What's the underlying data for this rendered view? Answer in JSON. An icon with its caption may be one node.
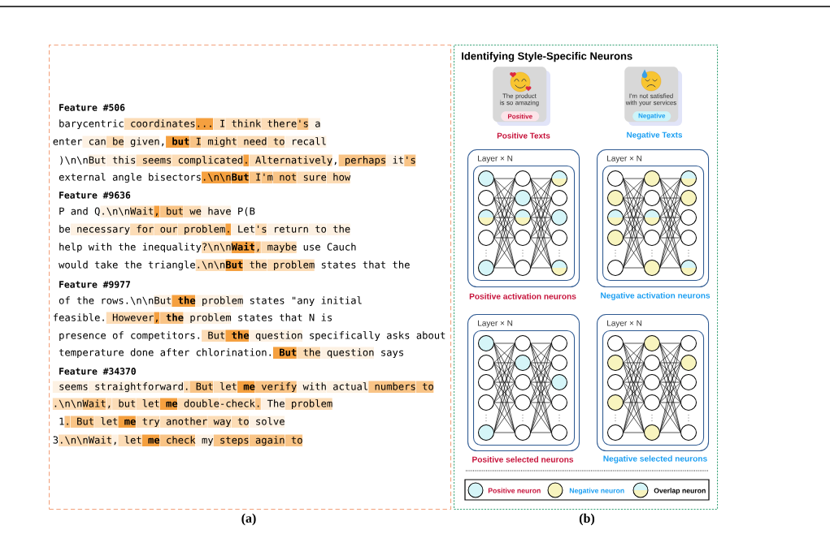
{
  "diagram": {
    "nodes": [
      {
        "text": [
          "Feature #506",
          "barycentric coordinates... I think there's a",
          "enter can be given, **but** I might need to recall",
          ")\\n\\nBut this seems complicated. Alternatively, perhaps it's",
          "external angle bisectors.\\n\\n**But** I'm not sure how",
          "Feature #9636",
          "P and Q.\\n\\nWait, but we have P(B",
          "be necessary for our problem. Let's return to the",
          "help with the inequality?\\n\\n**Wait**, maybe use Cauch",
          "would take the triangle.\\n\\n**But** the problem states that the",
          "Feature #9977",
          "of the rows.\\n\\nBut **the** problem states \"any initial",
          "feasible. However, **the** problem states that N is",
          "presence of competitors. But **the** question specifically asks about",
          "temperature done after chlorination. **But** the question says",
          "Feature #34370",
          "seems straightforward. But let **me** verify with actual numbers to",
          ".\\n\\nWait, but let **me** double-check. The problem",
          "1. But let **me** try another way to solve",
          "3.\\n\\nWait, let **me** check my steps again to"
        ],
        "beside": [
          "(a)"
        ]
      },
      {
        "text": [
          "Identifying Style-Specific Neurons"
        ],
        "beside": [
          "(b)"
        ]
      },
      {
        "text": [
          "The product is so amazing"
        ],
        "beside": [
          "Positive Texts"
        ],
        "in": 1
      },
      {
        "text": [
          "Positive"
        ],
        "in": 2
      },
      {
        "text": [
          "I'm not satisfied with your services"
        ],
        "beside": [
          "Negative Texts"
        ],
        "in": 1
      },
      {
        "text": [
          "Negative"
        ],
        "in": 4
      },
      {
        "text": [
          "Layer × N"
        ],
        "beside": [
          "Positive activation neurons"
        ],
        "in": 1
      },
      {
        "text": [],
        "shape": "box",
        "in": 6
      },
      {
        "text": [
          "Layer × N"
        ],
        "beside": [
          "Negative activation neurons"
        ],
        "in": 1
      },
      {
        "text": [],
        "shape": "box",
        "in": 8
      },
      {
        "text": [
          "Layer × N"
        ],
        "beside": [
          "Positive selected neurons"
        ],
        "in": 1
      },
      {
        "text": [],
        "shape": "box",
        "in": 10
      },
      {
        "text": [
          "Layer × N"
        ],
        "beside": [
          "Negative selected neurons"
        ],
        "in": 1
      },
      {
        "text": [],
        "shape": "box",
        "in": 12
      }
    ],
    "legend": [
      {
        "text": "Positive neuron",
        "color": "#d5f5f8"
      },
      {
        "text": "Negative neuron",
        "color": "#f8f4be"
      },
      {
        "text": "Overlap neuron"
      }
    ]
  }
}
